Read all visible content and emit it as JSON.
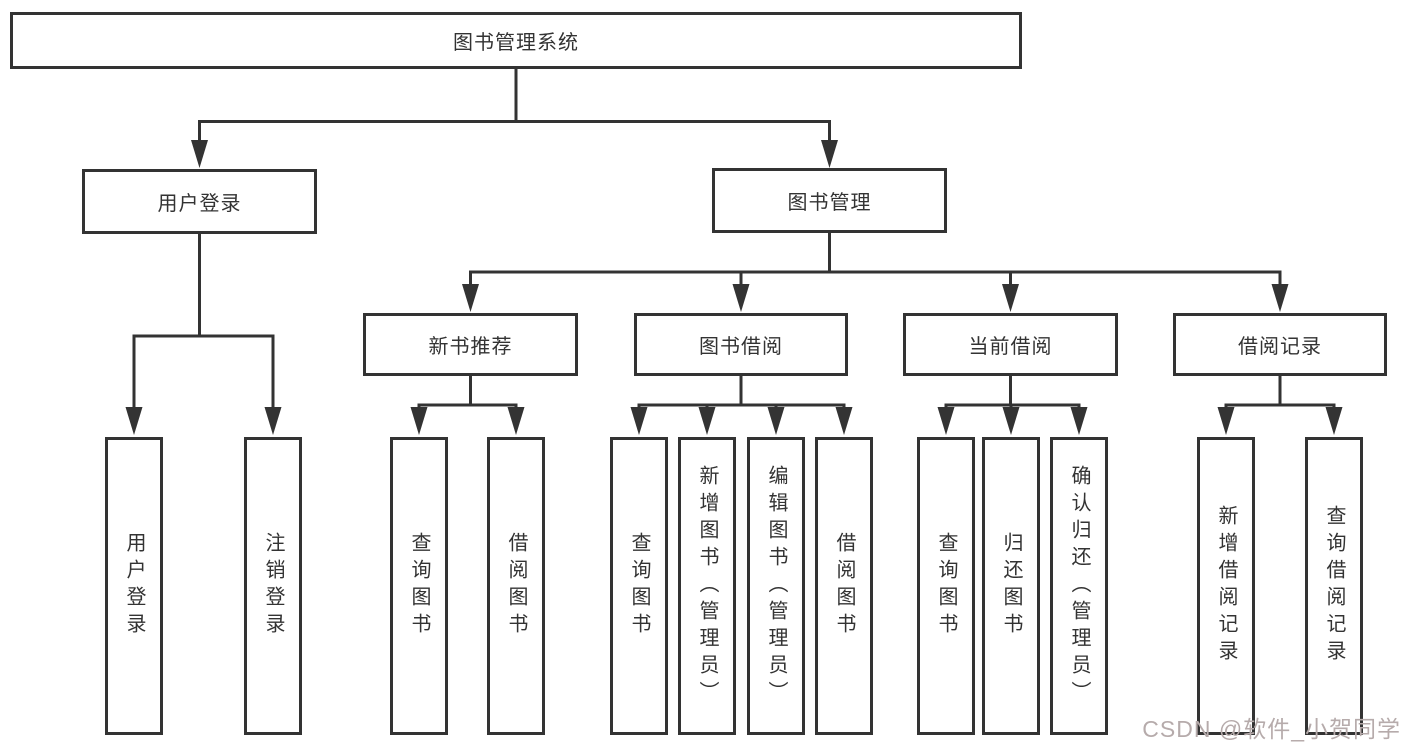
{
  "tree": {
    "root": {
      "label": "图书管理系统"
    },
    "branches": [
      {
        "label": "用户登录",
        "children": [
          "用户登录",
          "注销登录"
        ]
      },
      {
        "label": "图书管理",
        "children": [
          {
            "label": "新书推荐",
            "children": [
              "查询图书",
              "借阅图书"
            ]
          },
          {
            "label": "图书借阅",
            "children": [
              "查询图书",
              "新增图书（管理员）",
              "编辑图书（管理员）",
              "借阅图书"
            ]
          },
          {
            "label": "当前借阅",
            "children": [
              "查询图书",
              "归还图书",
              "确认归还（管理员）"
            ]
          },
          {
            "label": "借阅记录",
            "children": [
              "新增借阅记录",
              "查询借阅记录"
            ]
          }
        ]
      }
    ]
  },
  "watermark": {
    "text": "CSDN @软件_小贺同学"
  },
  "colors": {
    "line": "#333333",
    "border": "#333333",
    "text": "#333333",
    "background": "#ffffff",
    "watermark": "#b6abab"
  }
}
